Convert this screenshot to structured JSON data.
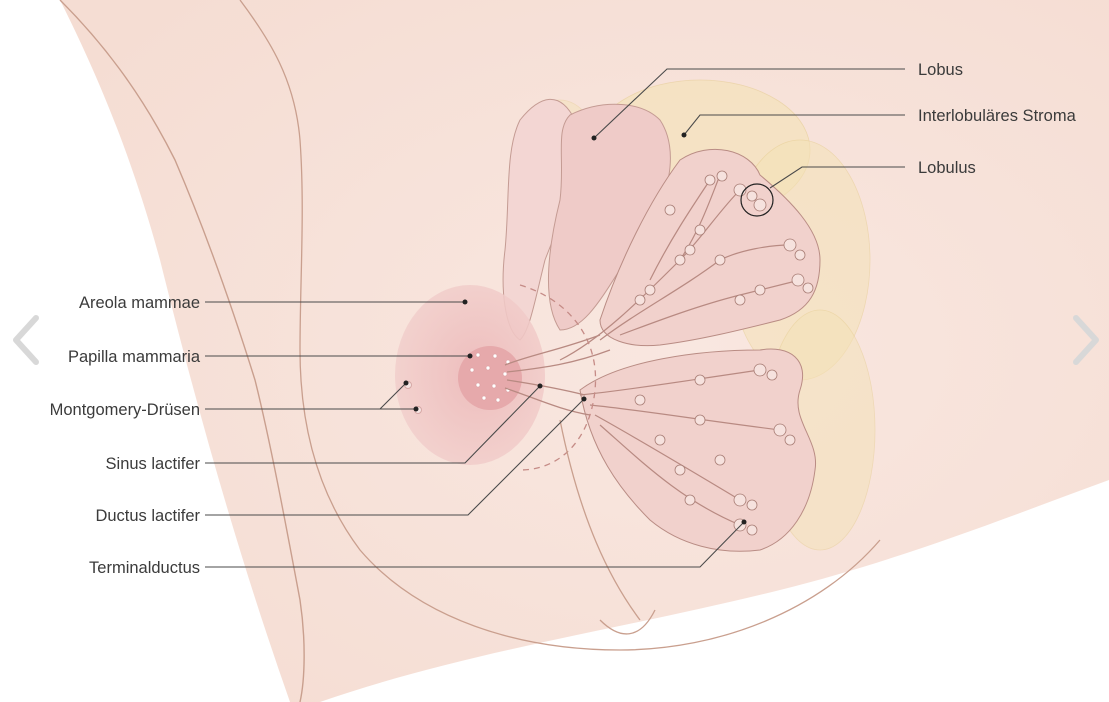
{
  "labels": {
    "lobus": "Lobus",
    "interlobulaeres_stroma": "Interlobuläres Stroma",
    "lobulus": "Lobulus",
    "areola_mammae": "Areola mammae",
    "papilla_mammaria": "Papilla mammaria",
    "montgomery_druesen": "Montgomery-Drüsen",
    "sinus_lactifer": "Sinus lactifer",
    "ductus_lactifer": "Ductus lactifer",
    "terminalductus": "Terminalductus"
  },
  "navigation": {
    "prev_icon": "chevron-left-icon",
    "next_icon": "chevron-right-icon"
  },
  "colors": {
    "skin": "#f8e6de",
    "skin_outline": "#c99f8e",
    "areola": "#e8b3b3",
    "lobe_fill": "#f3d3d0",
    "fat": "#f3dfb0",
    "leader": "#4a4a4a",
    "nav": "#d8d8d8"
  }
}
